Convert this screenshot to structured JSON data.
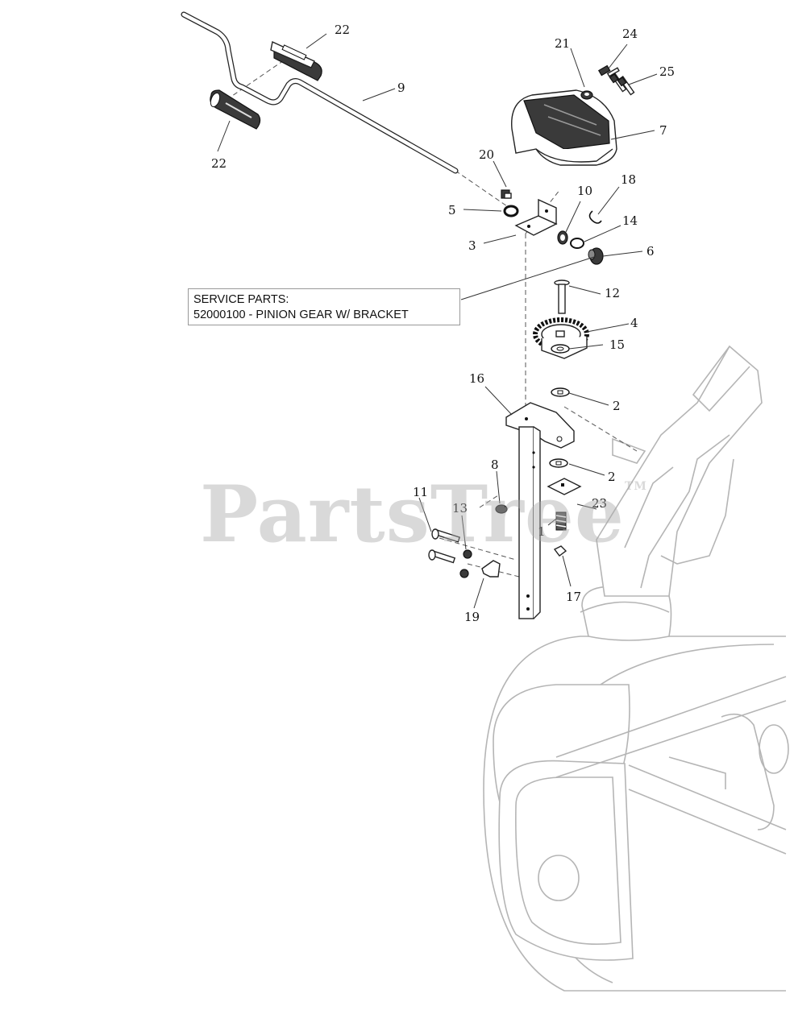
{
  "service_box": {
    "heading": "SERVICE PARTS:",
    "line": "52000100 - PINION GEAR W/ BRACKET"
  },
  "watermark": {
    "text": "PartsTree",
    "tm": "TM"
  },
  "callouts": {
    "c22a": "22",
    "c22b": "22",
    "c9": "9",
    "c21": "21",
    "c24": "24",
    "c25": "25",
    "c7": "7",
    "c20": "20",
    "c18": "18",
    "c10": "10",
    "c5": "5",
    "c14": "14",
    "c3": "3",
    "c6": "6",
    "c12": "12",
    "c4": "4",
    "c15": "15",
    "c16": "16",
    "c2a": "2",
    "c2b": "2",
    "c8": "8",
    "c11": "11",
    "c13": "13",
    "c23": "23",
    "c1": "1",
    "c17": "17",
    "c19": "19"
  }
}
